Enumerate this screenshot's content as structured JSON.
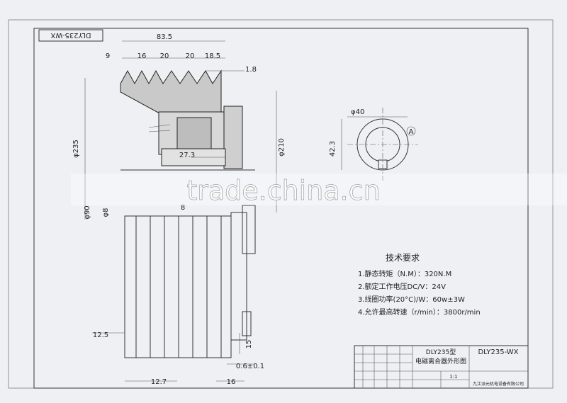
{
  "stamp_code": "DLY235-WX",
  "watermark": "trade.china.cn",
  "dimensions": {
    "overall_width": "83.5",
    "d9": "9",
    "d16": "16",
    "d20a": "20",
    "d20b": "20",
    "d18_5": "18.5",
    "d1_8": "1.8",
    "pulley_dia": "φ235",
    "coil_dia": "φ210",
    "hub_27_3": "27.3",
    "bore_dia_small": "φ90",
    "bore_dia_8": "φ8",
    "d8": "8",
    "d12_5": "12.5",
    "d15": "15",
    "d0_6": "0.6±0.1",
    "d12_7": "12.7",
    "d16_bottom": "16",
    "shaft_dia": "φ40",
    "keyway": "42.3",
    "view_label": "A"
  },
  "requirements": {
    "title": "技术要求",
    "items": [
      "1.静态转矩（N.M）：320N.M",
      "2.额定工作电压DC/V：24V",
      "3.线圈功率(20°C)/W：60w±3W",
      "4.允许最高转速（r/min）：3800r/min"
    ]
  },
  "title_block": {
    "model_line": "DLY235型",
    "name_line": "电磁离合器外形图",
    "drawing_code": "DLY235-WX",
    "company": "九江派元机电设备有限公司",
    "scale": "1:1"
  }
}
